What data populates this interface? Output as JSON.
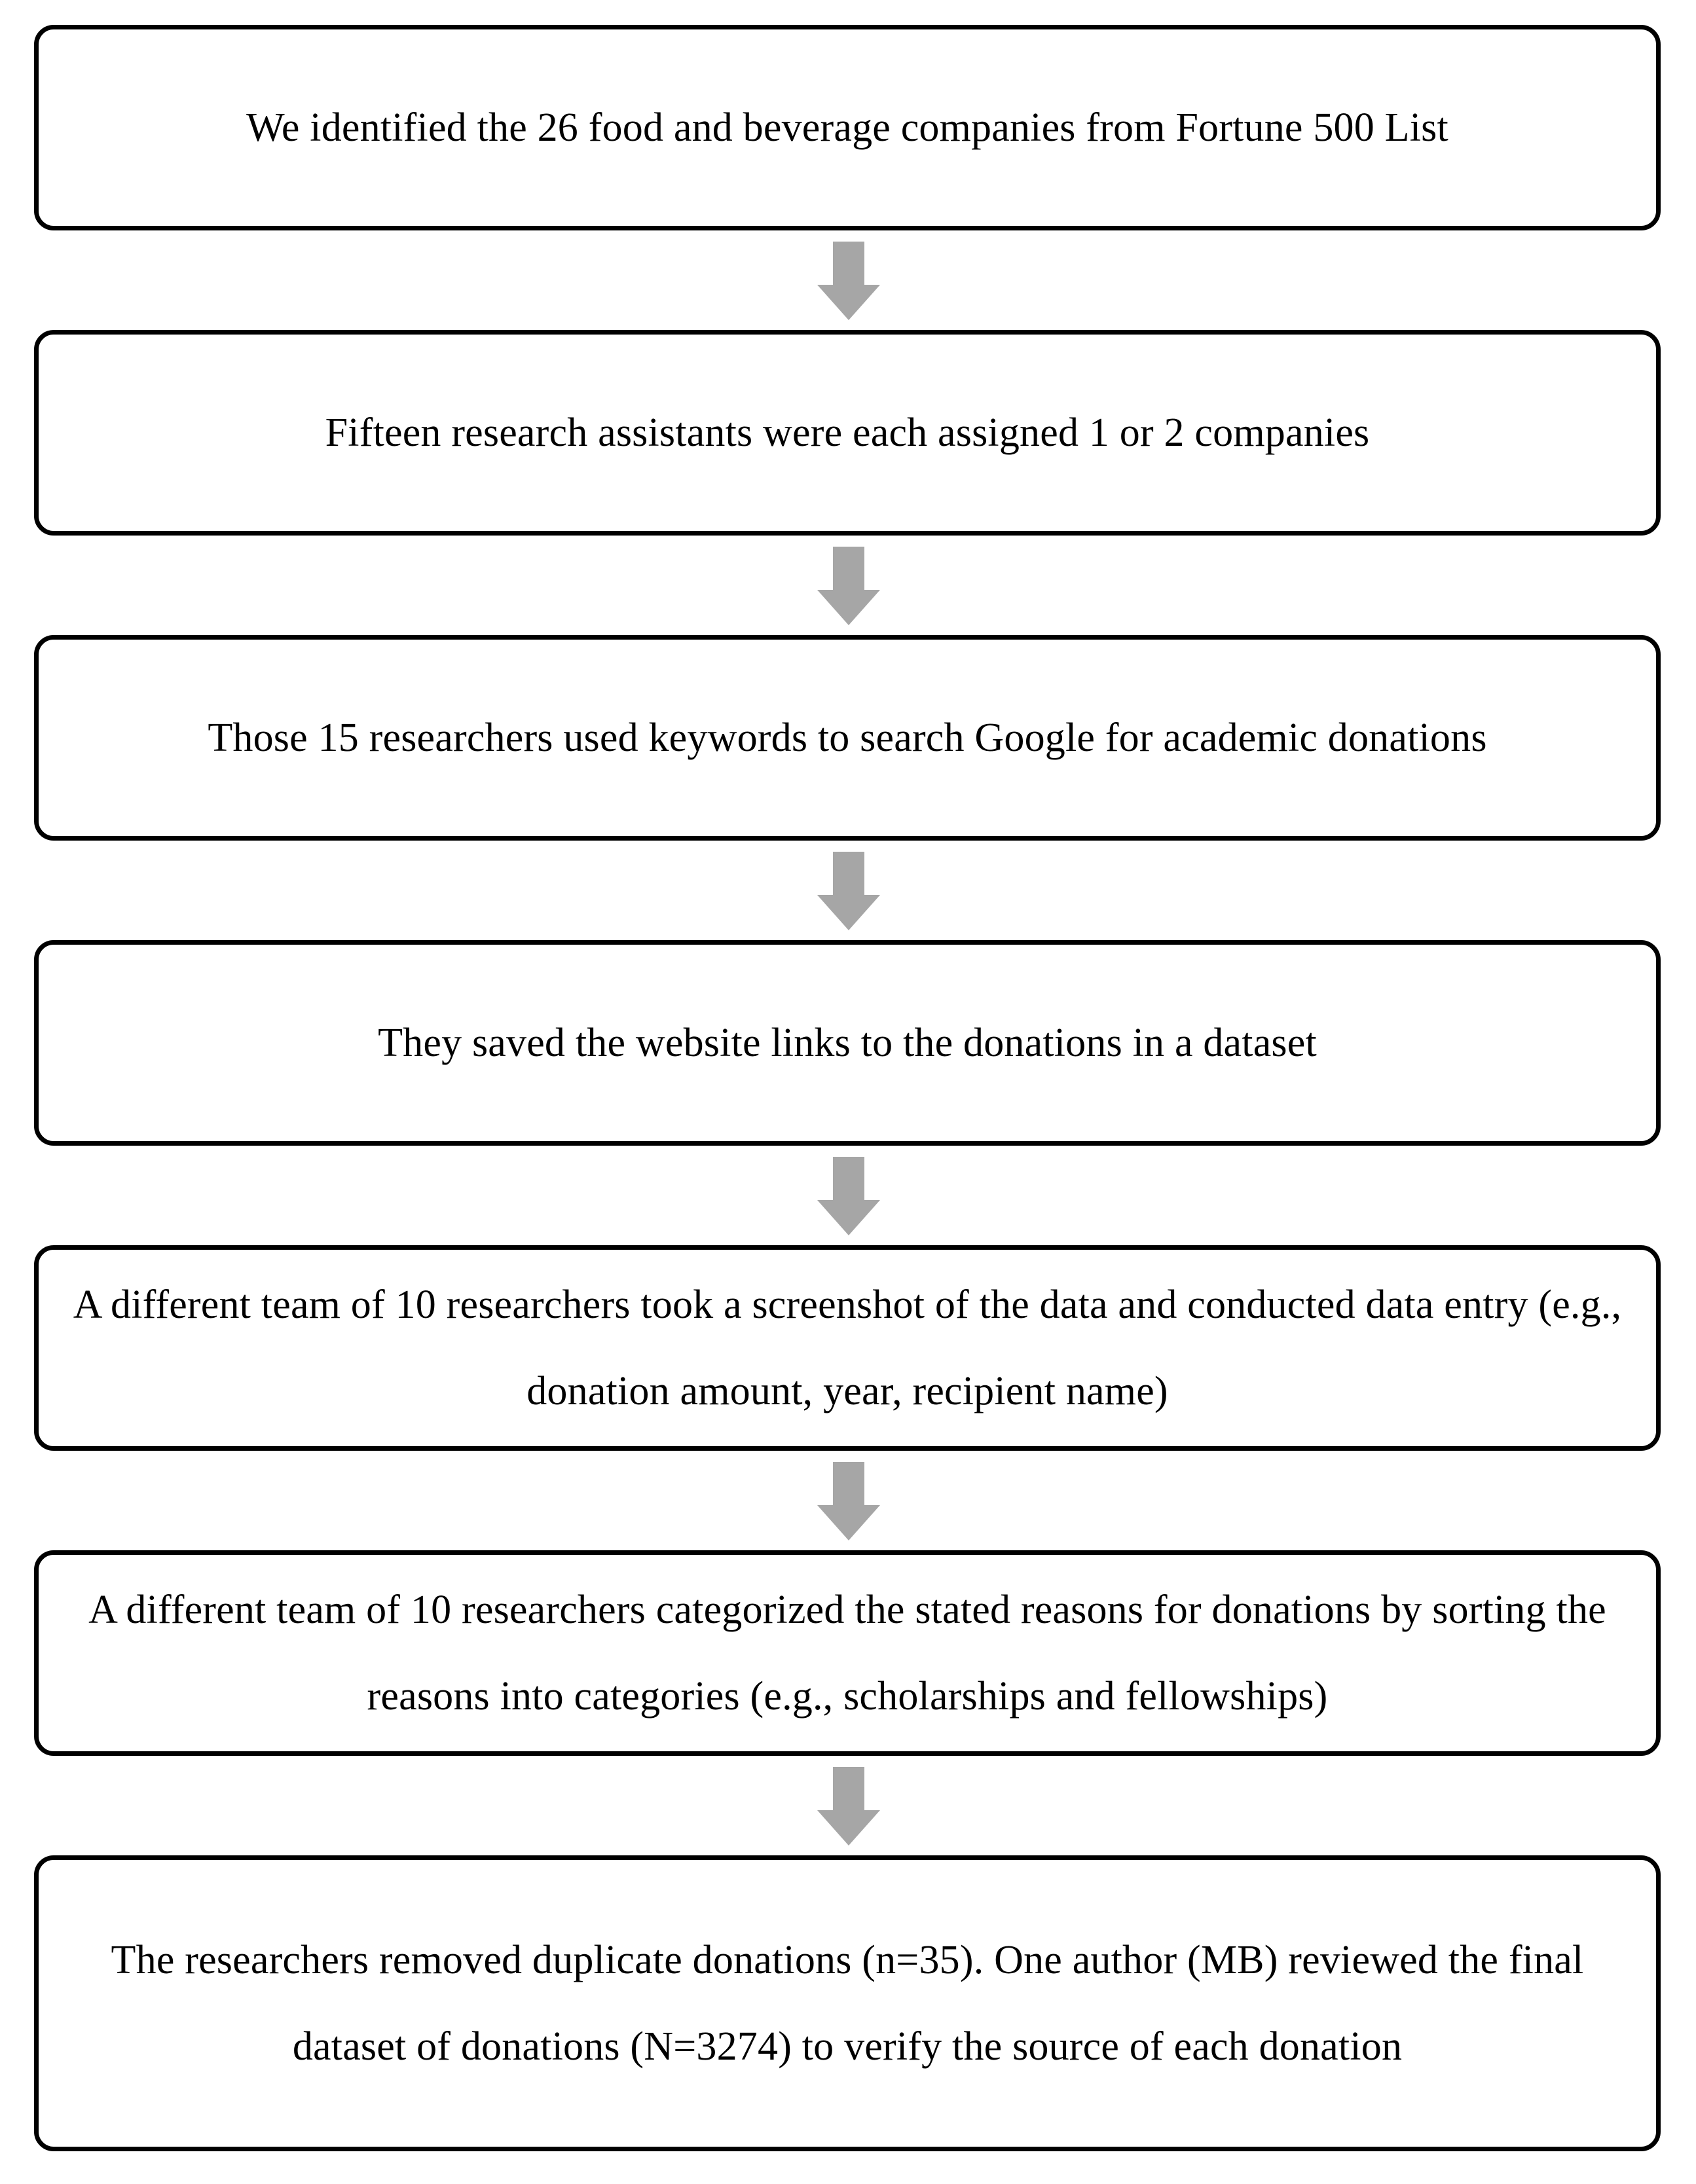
{
  "steps": [
    "We identified the 26 food and beverage companies from Fortune 500 List",
    "Fifteen research assistants were each assigned 1 or 2 companies",
    "Those 15 researchers used keywords to search Google for academic donations",
    "They saved the website links to the donations in a dataset",
    "A different team of 10 researchers took a screenshot of the data and conducted data entry (e.g., donation amount, year, recipient name)",
    "A different team of 10 researchers categorized the stated reasons for donations by sorting the reasons into categories (e.g., scholarships and fellowships)",
    "The researchers removed duplicate donations (n=35). One author (MB) reviewed the final dataset of donations (N=3274) to verify the source of each donation"
  ],
  "colors": {
    "box_border": "#000000",
    "arrow_fill": "#a6a6a6"
  }
}
